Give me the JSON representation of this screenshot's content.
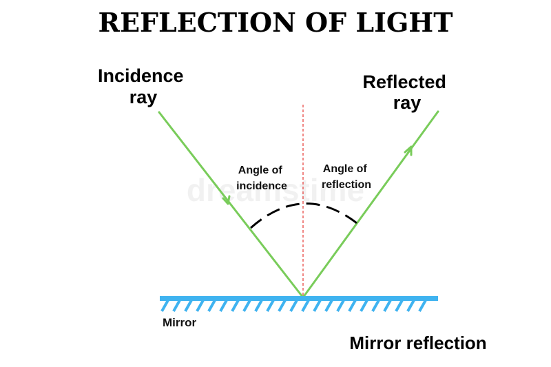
{
  "title": "REFLECTION OF LIGHT",
  "labels": {
    "incidence_ray_line1": "Incidence",
    "incidence_ray_line2": "ray",
    "reflected_ray_line1": "Reflected",
    "reflected_ray_line2": "ray",
    "angle_incidence_line1": "Angle of",
    "angle_incidence_line2": "incidence",
    "angle_reflection_line1": "Angle of",
    "angle_reflection_line2": "reflection",
    "mirror": "Mirror",
    "caption": "Mirror reflection"
  },
  "watermark": "dreamstime",
  "colors": {
    "ray": "#79cc5a",
    "normal": "#e53935",
    "mirror": "#3fb3f0",
    "angle_arc": "#000000",
    "text": "#000000"
  }
}
